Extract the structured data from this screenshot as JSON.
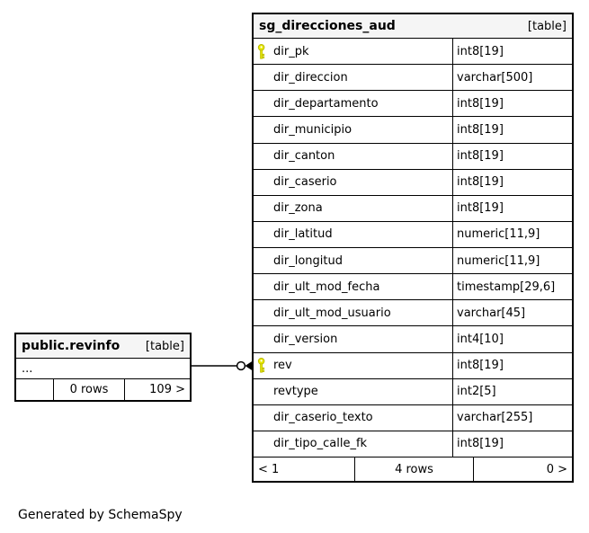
{
  "diagram": {
    "generator_note": "Generated by SchemaSpy"
  },
  "main_table": {
    "title": "sg_direcciones_aud",
    "type_label": "[table]",
    "columns": [
      {
        "name": "dir_pk",
        "type": "int8[19]",
        "key": true
      },
      {
        "name": "dir_direccion",
        "type": "varchar[500]",
        "key": false
      },
      {
        "name": "dir_departamento",
        "type": "int8[19]",
        "key": false
      },
      {
        "name": "dir_municipio",
        "type": "int8[19]",
        "key": false
      },
      {
        "name": "dir_canton",
        "type": "int8[19]",
        "key": false
      },
      {
        "name": "dir_caserio",
        "type": "int8[19]",
        "key": false
      },
      {
        "name": "dir_zona",
        "type": "int8[19]",
        "key": false
      },
      {
        "name": "dir_latitud",
        "type": "numeric[11,9]",
        "key": false
      },
      {
        "name": "dir_longitud",
        "type": "numeric[11,9]",
        "key": false
      },
      {
        "name": "dir_ult_mod_fecha",
        "type": "timestamp[29,6]",
        "key": false
      },
      {
        "name": "dir_ult_mod_usuario",
        "type": "varchar[45]",
        "key": false
      },
      {
        "name": "dir_version",
        "type": "int4[10]",
        "key": false
      },
      {
        "name": "rev",
        "type": "int8[19]",
        "key": true
      },
      {
        "name": "revtype",
        "type": "int2[5]",
        "key": false
      },
      {
        "name": "dir_caserio_texto",
        "type": "varchar[255]",
        "key": false
      },
      {
        "name": "dir_tipo_calle_fk",
        "type": "int8[19]",
        "key": false
      }
    ],
    "footer": {
      "parents": "< 1",
      "rows": "4 rows",
      "children": "0 >"
    }
  },
  "related_table": {
    "title": "public.revinfo",
    "type_label": "[table]",
    "collapsed_columns": "...",
    "footer": {
      "parents": "",
      "rows": "0 rows",
      "children": "109 >"
    }
  },
  "colors": {
    "header_bg": "#f5f5f5",
    "border": "#000000",
    "key_icon_fill": "#e8e800",
    "key_icon_stroke": "#b8b800"
  },
  "icons": {
    "primary_key": "key-icon",
    "relationship": "one-to-many-connector"
  }
}
